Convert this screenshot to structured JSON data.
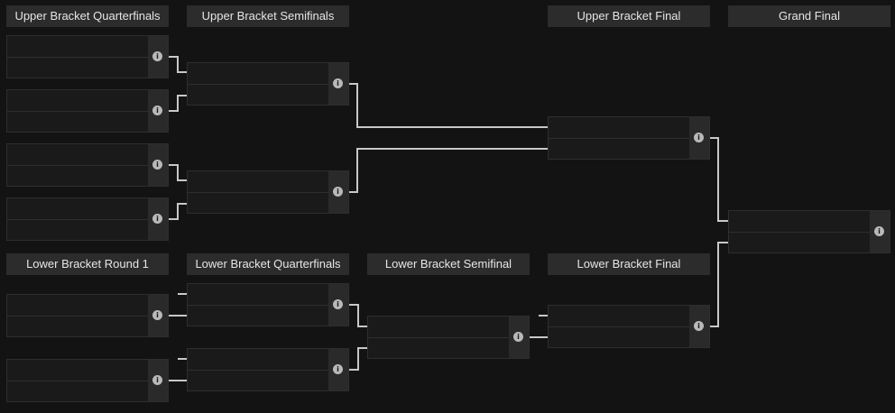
{
  "headers": {
    "ub_quarterfinals": "Upper Bracket Quarterfinals",
    "ub_semifinals": "Upper Bracket Semifinals",
    "ub_final": "Upper Bracket Final",
    "grand_final": "Grand Final",
    "lb_round1": "Lower Bracket Round 1",
    "lb_quarterfinals": "Lower Bracket Quarterfinals",
    "lb_semifinal": "Lower Bracket Semifinal",
    "lb_final": "Lower Bracket Final"
  },
  "info_glyph": "i",
  "colors": {
    "background": "#131313",
    "header_bg": "#2c2c2c",
    "match_bg": "#1a1a1a",
    "connector": "#c8c8c8"
  }
}
